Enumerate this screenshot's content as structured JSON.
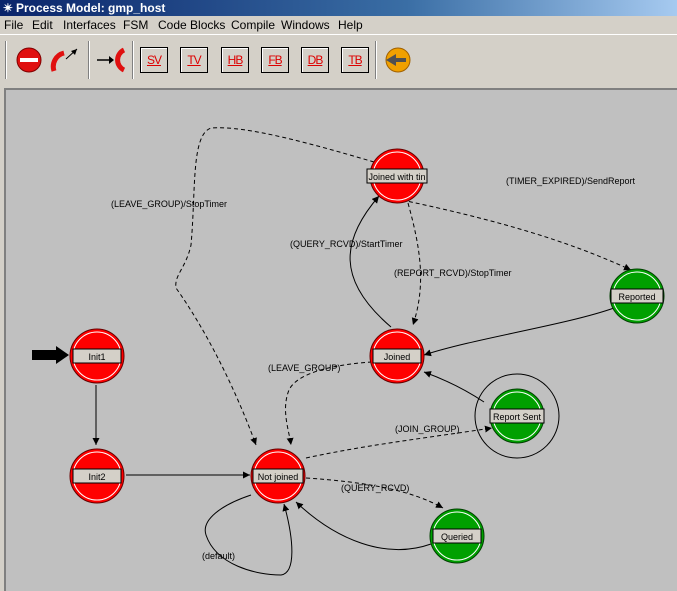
{
  "window": {
    "title": "Process Model: gmp_host"
  },
  "menu": [
    "File",
    "Edit",
    "Interfaces",
    "FSM",
    "Code Blocks",
    "Compile",
    "Windows",
    "Help"
  ],
  "toolbar": {
    "buttons": [
      "SV",
      "TV",
      "HB",
      "FB",
      "DB",
      "TB"
    ]
  },
  "states": {
    "init1": "Init1",
    "init2": "Init2",
    "not_joined": "Not joined",
    "joined": "Joined",
    "joined_with_timer": "Joined with tin",
    "reported": "Reported",
    "report_sent": "Report Sent",
    "queried": "Queried"
  },
  "transitions": {
    "leave_group_stop_timer": "(LEAVE_GROUP)/StopTimer",
    "timer_expired": "(TIMER_EXPIRED)/SendReport",
    "query_rcvd_start_timer": "(QUERY_RCVD)/StartTimer",
    "report_rcvd_stop_timer": "(REPORT_RCVD)/StopTimer",
    "leave_group": "(LEAVE_GROUP)",
    "join_group": "(JOIN_GROUP)",
    "query_rcvd": "(QUERY_RCVD)",
    "default": "(default)"
  },
  "colors": {
    "forced_state": "#ff0000",
    "unforced_state": "#00a000",
    "titlebar": "#0a246a",
    "canvas": "#c0c0c0"
  }
}
